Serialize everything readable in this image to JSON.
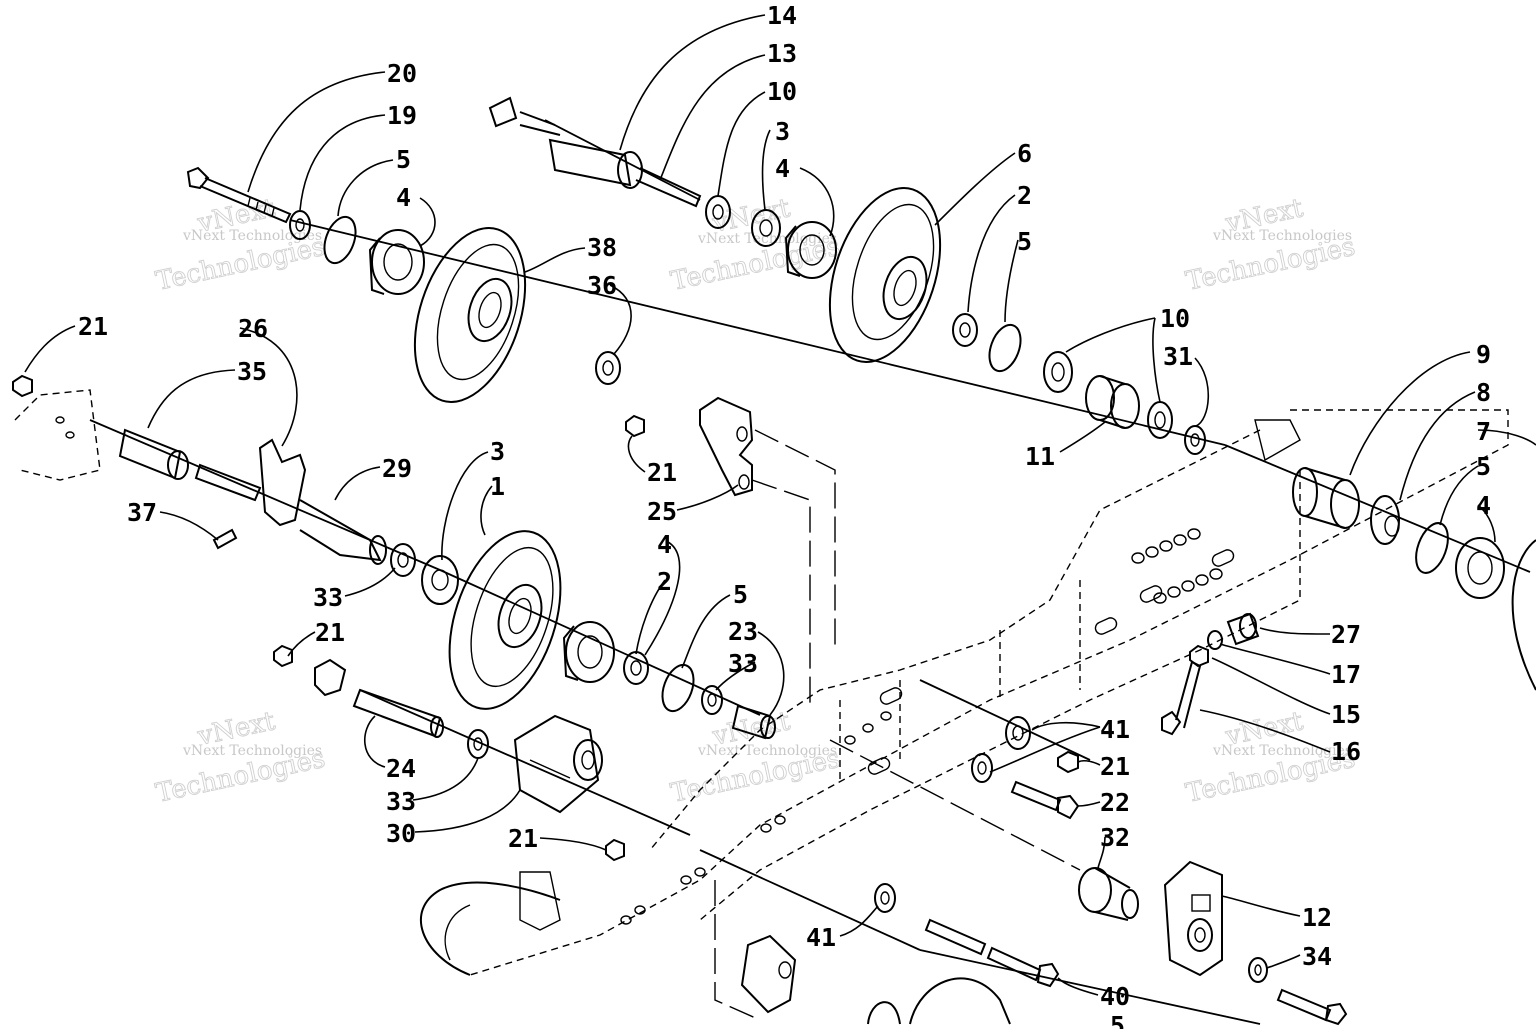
{
  "watermark": {
    "small_text": "vNext Technologies",
    "large_line1": "vNext",
    "large_line2": "Technologies"
  },
  "callouts": [
    {
      "id": "c14",
      "label": "14"
    },
    {
      "id": "c13",
      "label": "13"
    },
    {
      "id": "c10a",
      "label": "10"
    },
    {
      "id": "c3a",
      "label": "3"
    },
    {
      "id": "c4a",
      "label": "4"
    },
    {
      "id": "c6",
      "label": "6"
    },
    {
      "id": "c2a",
      "label": "2"
    },
    {
      "id": "c5a",
      "label": "5"
    },
    {
      "id": "c10b",
      "label": "10"
    },
    {
      "id": "c31",
      "label": "31"
    },
    {
      "id": "c11",
      "label": "11"
    },
    {
      "id": "c20",
      "label": "20"
    },
    {
      "id": "c19",
      "label": "19"
    },
    {
      "id": "c5b",
      "label": "5"
    },
    {
      "id": "c4b",
      "label": "4"
    },
    {
      "id": "c38",
      "label": "38"
    },
    {
      "id": "c36",
      "label": "36"
    },
    {
      "id": "c21a",
      "label": "21"
    },
    {
      "id": "c26",
      "label": "26"
    },
    {
      "id": "c35",
      "label": "35"
    },
    {
      "id": "c29",
      "label": "29"
    },
    {
      "id": "c37",
      "label": "37"
    },
    {
      "id": "c3b",
      "label": "3"
    },
    {
      "id": "c1",
      "label": "1"
    },
    {
      "id": "c21b",
      "label": "21"
    },
    {
      "id": "c25",
      "label": "25"
    },
    {
      "id": "c9",
      "label": "9"
    },
    {
      "id": "c8",
      "label": "8"
    },
    {
      "id": "c7",
      "label": "7"
    },
    {
      "id": "c5c",
      "label": "5"
    },
    {
      "id": "c4c",
      "label": "4"
    },
    {
      "id": "c33a",
      "label": "33"
    },
    {
      "id": "c4d",
      "label": "4"
    },
    {
      "id": "c2b",
      "label": "2"
    },
    {
      "id": "c5d",
      "label": "5"
    },
    {
      "id": "c23",
      "label": "23"
    },
    {
      "id": "c33b",
      "label": "33"
    },
    {
      "id": "c27",
      "label": "27"
    },
    {
      "id": "c17",
      "label": "17"
    },
    {
      "id": "c15",
      "label": "15"
    },
    {
      "id": "c16",
      "label": "16"
    },
    {
      "id": "c21c",
      "label": "21"
    },
    {
      "id": "c24",
      "label": "24"
    },
    {
      "id": "c33c",
      "label": "33"
    },
    {
      "id": "c30",
      "label": "30"
    },
    {
      "id": "c41a",
      "label": "41"
    },
    {
      "id": "c21d",
      "label": "21"
    },
    {
      "id": "c22",
      "label": "22"
    },
    {
      "id": "c21e",
      "label": "21"
    },
    {
      "id": "c32",
      "label": "32"
    },
    {
      "id": "c12",
      "label": "12"
    },
    {
      "id": "c34",
      "label": "34"
    },
    {
      "id": "c41b",
      "label": "41"
    },
    {
      "id": "c40",
      "label": "40"
    },
    {
      "id": "c5e",
      "label": "5"
    }
  ]
}
